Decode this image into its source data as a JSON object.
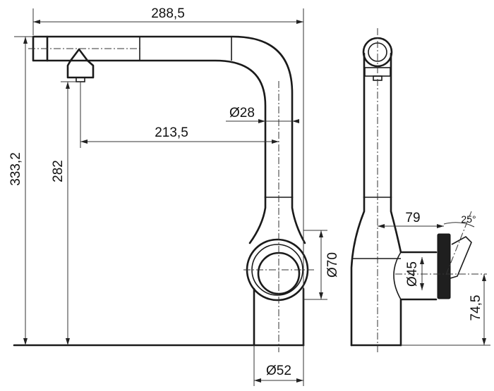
{
  "dimensions": {
    "total_reach": "288,5",
    "total_height": "333,2",
    "spout_height": "282",
    "spout_reach": "213,5",
    "spout_diameter": "Ø28",
    "body_diameter": "Ø70",
    "base_diameter": "Ø52",
    "lever_offset": "79",
    "lever_angle": "25°",
    "lever_diameter": "Ø45",
    "lever_height": "74,5"
  }
}
